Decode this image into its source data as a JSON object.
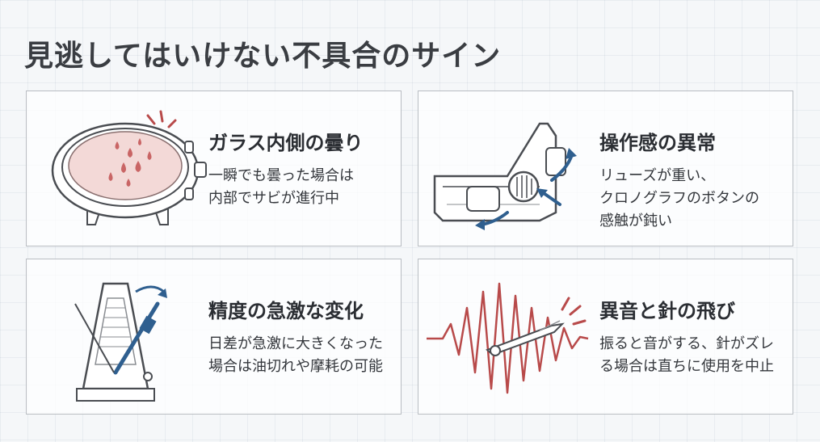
{
  "title": "見逃してはいけない不具合のサイン",
  "cards": [
    {
      "heading": "ガラス内側の曇り",
      "lines": [
        "一瞬でも曇った場合は",
        "内部でサビが進行中"
      ],
      "icon": "watch-fog-icon"
    },
    {
      "heading": "操作感の異常",
      "lines": [
        "リューズが重い、",
        "クロノグラフのボタンの",
        "感触が鈍い"
      ],
      "icon": "crown-buttons-icon"
    },
    {
      "heading": "精度の急激な変化",
      "lines": [
        "日差が急激に大きくなった",
        "場合は油切れや摩耗の可能"
      ],
      "icon": "metronome-icon"
    },
    {
      "heading": "異音と針の飛び",
      "lines": [
        "振ると音がする、針がズレ",
        "る場合は直ちに使用を中止"
      ],
      "icon": "noise-hand-icon"
    }
  ],
  "colors": {
    "accent_red": "#b84a4a",
    "accent_blue": "#2f5f8f",
    "line": "#4a4d52"
  }
}
